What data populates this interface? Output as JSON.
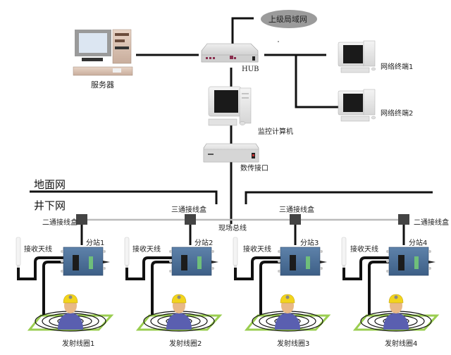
{
  "title": "Mine personnel positioning network topology",
  "ground_network": {
    "upper_lan": "上级局域网",
    "hub": "HUB",
    "server": "服务器",
    "monitor_computer": "监控计算机",
    "data_interface": "数传接口",
    "terminals": [
      "网络终端1",
      "网络终端2"
    ]
  },
  "zone_labels": {
    "above_ground": "地面网",
    "underground": "井下网"
  },
  "fieldbus": {
    "label": "现场总线",
    "junction_boxes": [
      "二通接线盒",
      "三通接线盒",
      "三通接线盒",
      "二通接线盒"
    ]
  },
  "substations": [
    {
      "name": "分站1",
      "antenna": "接收天线",
      "coil": "发射线圈1"
    },
    {
      "name": "分站2",
      "antenna": "接收天线",
      "coil": "发射线圈2"
    },
    {
      "name": "分站3",
      "antenna": "接收天线",
      "coil": "发射线圈3"
    },
    {
      "name": "分站4",
      "antenna": "接收天线",
      "coil": "发射线圈4"
    }
  ],
  "colors": {
    "cable": "#111111",
    "bus": "#bbbbbb",
    "junction_box": "#444444",
    "substation": "#4a6e96",
    "coil_mat": "#9acd50",
    "worker_shirt": "#5a5fb0",
    "helmet": "#f2d41c",
    "lan_cloud": "#999999"
  }
}
